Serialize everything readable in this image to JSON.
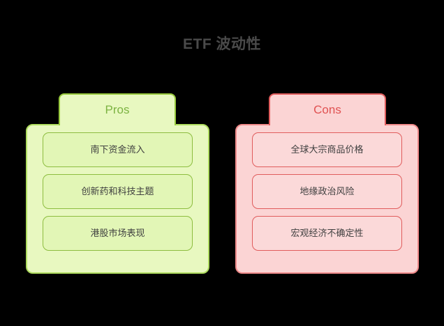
{
  "title": "ETF 波动性",
  "background_color": "#000000",
  "columns": [
    {
      "key": "pros",
      "header_label": "Pros",
      "header_color": "#7cb342",
      "border_color": "#98c93c",
      "fill_color": "#e8f8c0",
      "items": [
        {
          "label": "南下资金流入"
        },
        {
          "label": "创新药和科技主题"
        },
        {
          "label": "港股市场表现"
        }
      ]
    },
    {
      "key": "cons",
      "header_label": "Cons",
      "header_color": "#e05252",
      "border_color": "#e05c5c",
      "fill_color": "#fbd4d4",
      "items": [
        {
          "label": "全球大宗商品价格"
        },
        {
          "label": "地缘政治风险"
        },
        {
          "label": "宏观经济不确定性"
        }
      ]
    }
  ]
}
